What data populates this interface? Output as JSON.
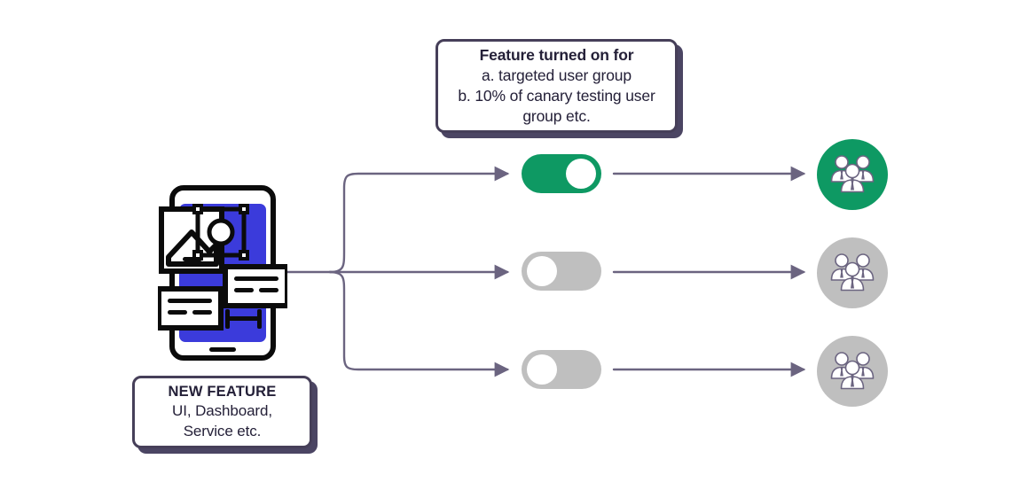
{
  "diagram": {
    "title": "Feature flag rollout diagram",
    "background": "#ffffff",
    "colors": {
      "ink": "#242038",
      "box_border": "#463F59",
      "box_shadow": "#4B4563",
      "connector": "#6B6480",
      "toggle_on": "#0E9963",
      "toggle_off": "#BFBFBF",
      "group_active": "#0E9963",
      "group_inactive": "#BFBFBF",
      "person_icon": "#ffffff",
      "person_icon_outline": "#6B6480",
      "phone_screen": "#3B3BDB",
      "phone_outline": "#0B0B0B"
    }
  },
  "feature_callout": {
    "name": "feature-turned-on-callout",
    "lines": [
      {
        "text": "Feature turned on for",
        "bold": true
      },
      {
        "text": "a. targeted user group",
        "bold": false
      },
      {
        "text": "b. 10% of canary testing user",
        "bold": false
      },
      {
        "text": "group etc.",
        "bold": false
      }
    ]
  },
  "new_feature_callout": {
    "name": "new-feature-callout",
    "lines": [
      {
        "text": "NEW FEATURE",
        "bold": true
      },
      {
        "text": "UI, Dashboard,",
        "bold": false
      },
      {
        "text": "Service etc.",
        "bold": false
      }
    ]
  },
  "source": {
    "icon": "mobile-phone-ui-design-icon",
    "label": "NEW FEATURE"
  },
  "rows": [
    {
      "index": 1,
      "toggle": {
        "icon": "toggle-switch-icon",
        "state": "on",
        "state_label": "On"
      },
      "target": {
        "icon": "user-group-icon",
        "state": "active",
        "state_label": "Targeted user group"
      }
    },
    {
      "index": 2,
      "toggle": {
        "icon": "toggle-switch-icon",
        "state": "off",
        "state_label": "Off"
      },
      "target": {
        "icon": "user-group-icon",
        "state": "inactive",
        "state_label": "User group"
      }
    },
    {
      "index": 3,
      "toggle": {
        "icon": "toggle-switch-icon",
        "state": "off",
        "state_label": "Off"
      },
      "target": {
        "icon": "user-group-icon",
        "state": "inactive",
        "state_label": "User group"
      }
    }
  ]
}
